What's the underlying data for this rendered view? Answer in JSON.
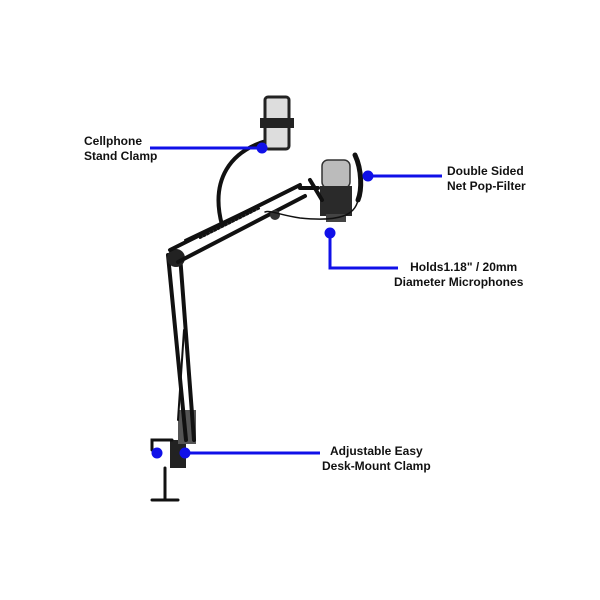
{
  "colors": {
    "callout": "#1010e8",
    "stand": "#111111"
  },
  "callouts": {
    "phone": {
      "line1": "Cellphone",
      "line2": "Stand Clamp"
    },
    "popfilter": {
      "line1": "Double Sided",
      "line2": "Net Pop-Filter"
    },
    "mic": {
      "line1": "Holds1.18\" / 20mm",
      "line2": "Diameter Microphones"
    },
    "clamp": {
      "line1": "Adjustable Easy",
      "line2": "Desk-Mount Clamp"
    }
  }
}
